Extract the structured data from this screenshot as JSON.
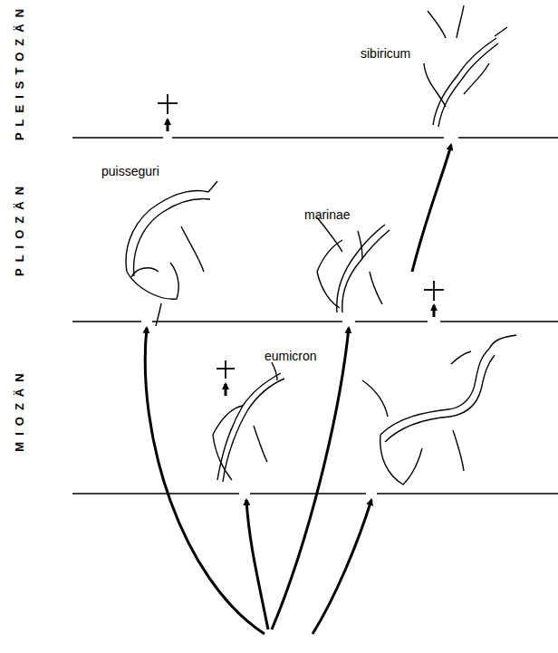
{
  "diagram": {
    "labels": [
      "PLEISTOZÄN",
      "PLIOZÄN",
      "MIOZÄN",
      "sibiricum",
      "puisseguri",
      "marinae",
      "eumicron"
    ]
  }
}
